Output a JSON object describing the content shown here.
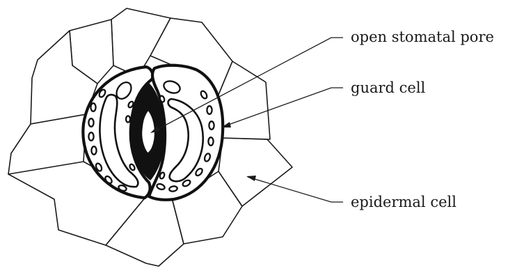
{
  "labels": {
    "pore": "open stomatal pore",
    "guard": "guard cell",
    "epidermal": "epidermal cell"
  }
}
